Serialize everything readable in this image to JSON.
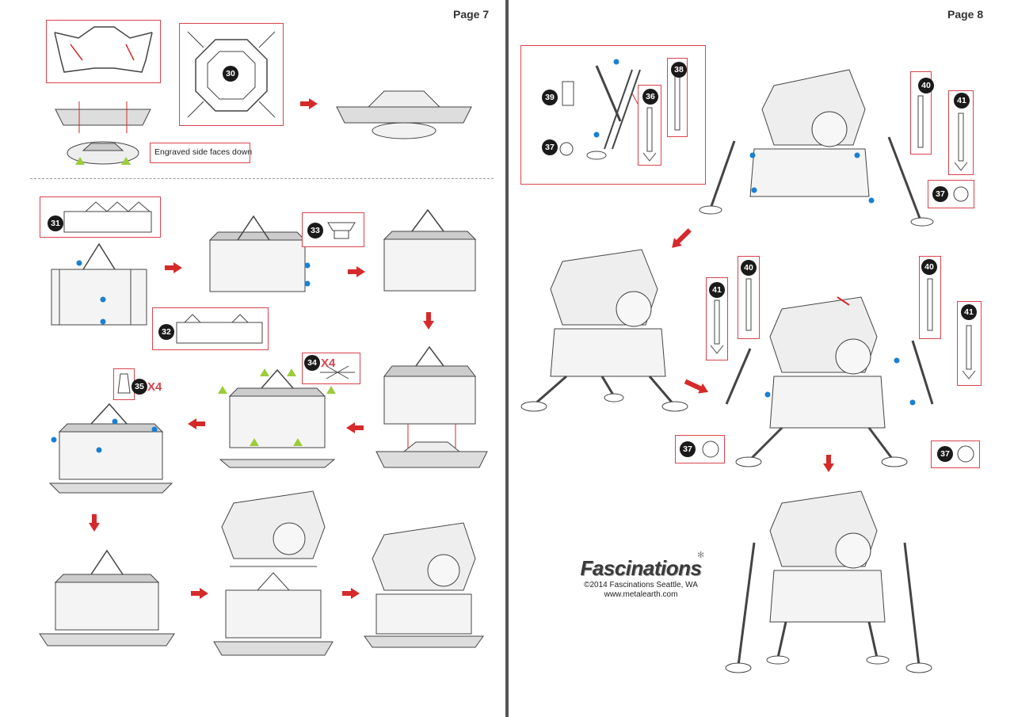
{
  "pages": [
    {
      "number": "Page 7"
    },
    {
      "number": "Page 8"
    }
  ],
  "callouts": {
    "engraved_note": "Engraved side faces down"
  },
  "parts": {
    "p30": "30",
    "p31": "31",
    "p32": "32",
    "p33": "33",
    "p34": "34",
    "p35": "35",
    "p36": "36",
    "p37a": "37",
    "p37b": "37",
    "p37c": "37",
    "p37d": "37",
    "p38": "38",
    "p39": "39",
    "p40a": "40",
    "p40b": "40",
    "p41a": "41",
    "p41b": "41",
    "p41c": "41"
  },
  "multipliers": {
    "p34": "X4",
    "p35": "X4"
  },
  "brand": {
    "name": "Fascinations",
    "copyright": "©2014 Fascinations Seattle, WA",
    "url": "www.metalearth.com"
  },
  "colors": {
    "accent_red": "#d62a2a",
    "callout_border": "#d9434c",
    "marker_blue": "#1a7fd1",
    "marker_green": "#9ccc3c"
  }
}
